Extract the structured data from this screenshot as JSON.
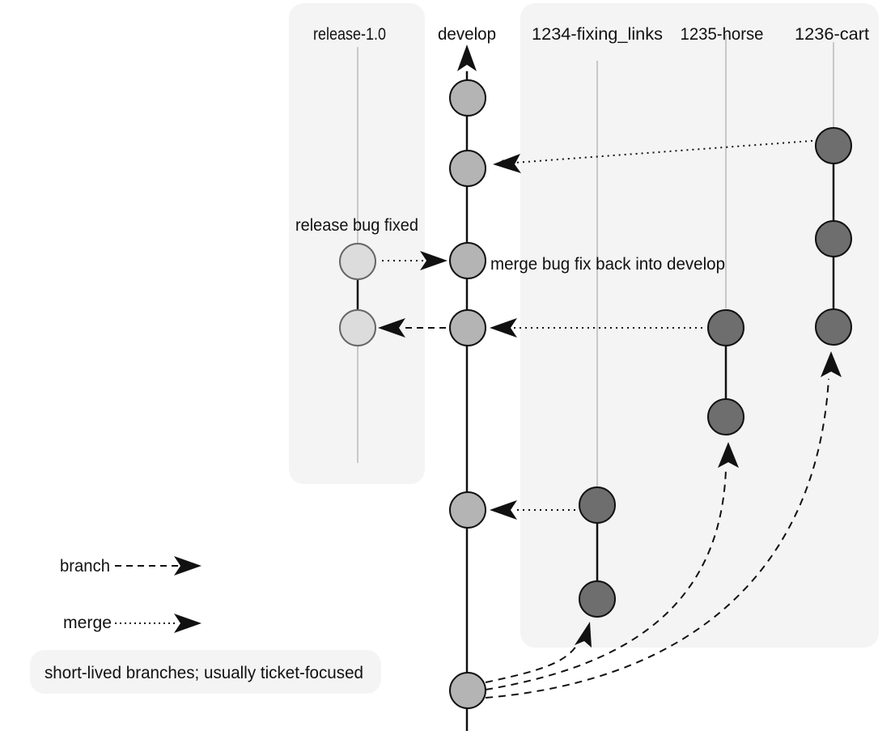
{
  "branches": {
    "release": "release-1.0",
    "develop": "develop",
    "ticket1": "1234-fixing_links",
    "ticket2": "1235-horse",
    "ticket3": "1236-cart"
  },
  "annotations": {
    "release_fix": "release bug fixed",
    "merge_back": "merge bug fix back into develop"
  },
  "legend": {
    "branch": "branch",
    "merge": "merge",
    "short_lived": "short-lived branches; usually ticket-focused"
  },
  "colors": {
    "panel": "#f4f4f4",
    "develop_node": "#b4b4b4",
    "release_node": "#dcdcdc",
    "feature_node": "#6e6e6e",
    "line": "#111111",
    "faint_line": "#c8c8c8"
  }
}
